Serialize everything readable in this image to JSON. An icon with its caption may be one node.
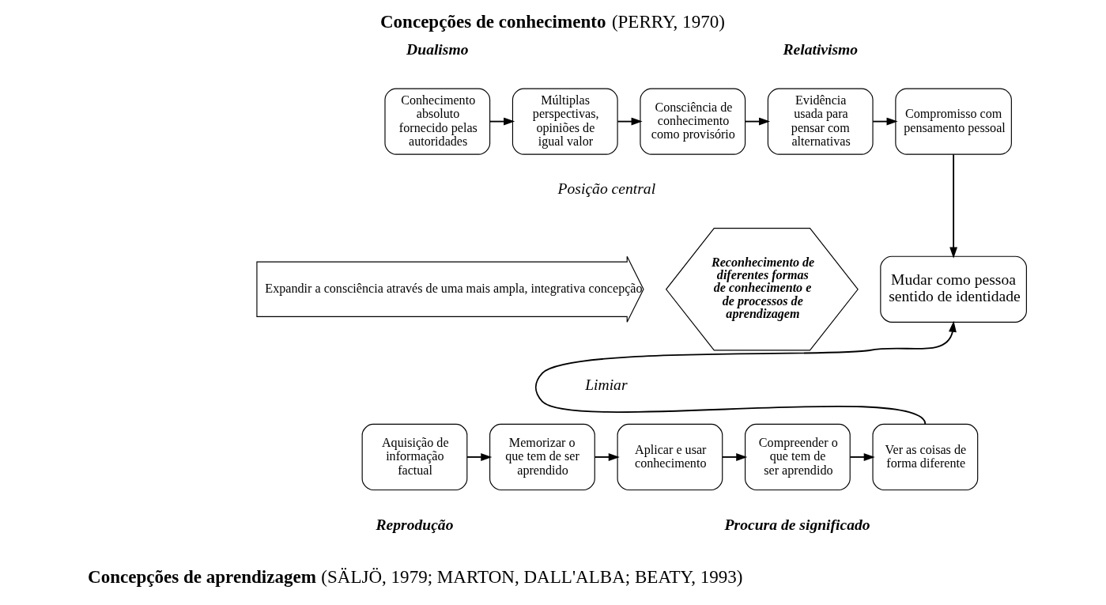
{
  "diagram": {
    "title": "**Concepções de conhecimento** (PERRY, 1970)",
    "caption": "**Concepções de aprendizagem** (SÄLJÖ, 1979; MARTON, DALL'ALBA; BEATY, 1993)",
    "nodes": [
      {
        "text": [
          "Conhecimento absoluto fornecido pelas autoridades"
        ]
      },
      {
        "text": [
          "Múltiplas perspectivas, opiniões de igual valor"
        ]
      },
      {
        "text": [
          "Consciência de conhecimento como provisório"
        ]
      },
      {
        "text": [
          "Evidência usada para pensar com alternativas"
        ]
      },
      {
        "text": [
          "Compromisso com pensamento pessoal"
        ]
      },
      {
        "text": [
          "Expandir a consciência através de uma mais ampla, integrativa concepção"
        ]
      },
      {
        "text": [
          "Reconhecimento de diferentes formas de conhecimento e de processos de aprendizagem"
        ]
      },
      {
        "text": [
          "Mudar como pessoa sentido de identidade"
        ]
      },
      {
        "text": [
          "Aquisição de informação factual"
        ]
      },
      {
        "text": [
          "Memorizar o que tem de ser aprendido"
        ]
      },
      {
        "text": [
          "Aplicar e usar conhecimento"
        ]
      },
      {
        "text": [
          "Compreender o que tem de ser aprendido"
        ]
      },
      {
        "text": [
          "Ver as coisas de forma diferente"
        ]
      }
    ],
    "edges": [
      {
        "from": 0,
        "to": 1,
        "arrow": "to"
      },
      {
        "from": 1,
        "to": 2,
        "arrow": "to"
      },
      {
        "from": 2,
        "to": 3,
        "arrow": "to"
      },
      {
        "from": 3,
        "to": 4,
        "arrow": "to"
      },
      {
        "from": 4,
        "to": 7,
        "arrow": "to"
      },
      {
        "from": 8,
        "to": 9,
        "arrow": "to"
      },
      {
        "from": 9,
        "to": 10,
        "arrow": "to"
      },
      {
        "from": 10,
        "to": 11,
        "arrow": "to"
      },
      {
        "from": 11,
        "to": 12,
        "arrow": "to"
      },
      {
        "from": 12,
        "to": 7,
        "arrow": "to"
      }
    ],
    "labels": [
      "Dualismo",
      "Relativismo",
      "Posição central",
      "Limiar",
      "Reprodução",
      "Procura de significado"
    ]
  }
}
